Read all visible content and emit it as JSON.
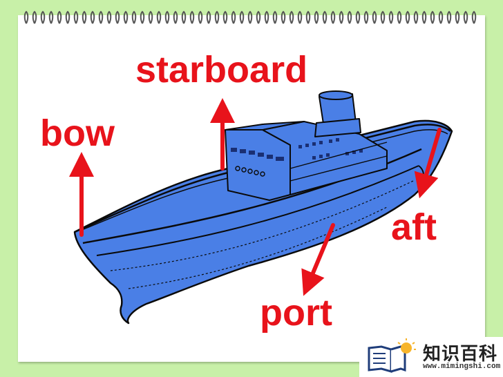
{
  "labels": {
    "starboard": "starboard",
    "bow": "bow",
    "aft": "aft",
    "port": "port"
  },
  "watermark": {
    "name": "知识百科",
    "url": "www.mimingshi.com"
  },
  "colors": {
    "background": "#c8f0a8",
    "hull": "#4a7fe6",
    "arrow": "#e8131b",
    "outline": "#0a0a0a"
  },
  "icons": [
    "spiral-binding-icon",
    "book-lightbulb-logo-icon"
  ]
}
